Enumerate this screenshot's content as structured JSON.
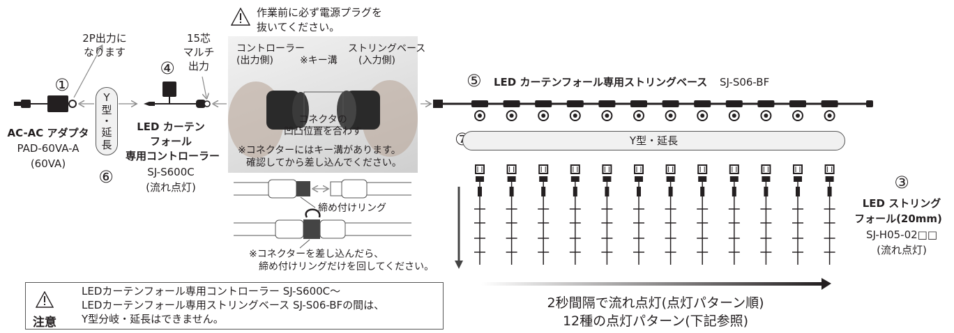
{
  "top_warning": {
    "line1": "作業前に必ず電源プラグを",
    "line2": "抜いてください。"
  },
  "adapter": {
    "number": "①",
    "output_line1": "2P出力に",
    "output_line2": "なります",
    "name": "AC-AC アダプタ",
    "model": "PAD-60VA-A",
    "spec": "(60VA)"
  },
  "y_extension_left": {
    "line1": "Y",
    "line2": "型",
    "line3": "・",
    "line4": "延",
    "line5": "長",
    "number": "⑥"
  },
  "controller": {
    "number": "④",
    "output_line1": "15芯",
    "output_line2": "マルチ",
    "output_line3": "出力",
    "name_line1": "LED カーテン",
    "name_line2": "フォール",
    "name_line3": "専用コントローラー",
    "model": "SJ-S600C",
    "spec": "(流れ点灯)"
  },
  "photo": {
    "left_label_line1": "コントローラー",
    "left_label_line2": "(出力側)",
    "key_label": "※キー溝",
    "right_label_line1": "ストリングベース",
    "right_label_line2": "(入力側)",
    "center_line1": "コネクタの",
    "center_line2": "凹凸位置を合わす",
    "note_line1": "※コネクターにはキー溝があります。",
    "note_line2": "確認してから差し込んでください。"
  },
  "ring": {
    "label": "締め付けリング",
    "note_line1": "※コネクターを差し込んだら、",
    "note_line2": "締め付けリングだけを回してください。"
  },
  "string_base": {
    "number": "⑤",
    "name": "LED カーテンフォール専用ストリングベース",
    "model": "SJ-S06-BF"
  },
  "y_extension_right": {
    "number": "⑦",
    "label": "Y型・延長"
  },
  "string_fall": {
    "number": "③",
    "name_line1": "LED ストリング",
    "name_line2": "フォール(20mm)",
    "model": "SJ-H05-02□□",
    "spec": "(流れ点灯)"
  },
  "flow": {
    "line1": "2秒間隔で流れ点灯(点灯パターン順)",
    "line2": "12種の点灯パターン(下記参照)"
  },
  "caution": {
    "label": "注意",
    "line1": "LEDカーテンフォール専用コントローラー SJ-S600C〜",
    "line2": "LEDカーテンフォール専用ストリングベース SJ-S06-BFの間は、",
    "line3": "Y型分岐・延長はできません。"
  },
  "colors": {
    "ink": "#231f20",
    "gray": "#777777",
    "pill_fill": "#f1f1f1"
  }
}
